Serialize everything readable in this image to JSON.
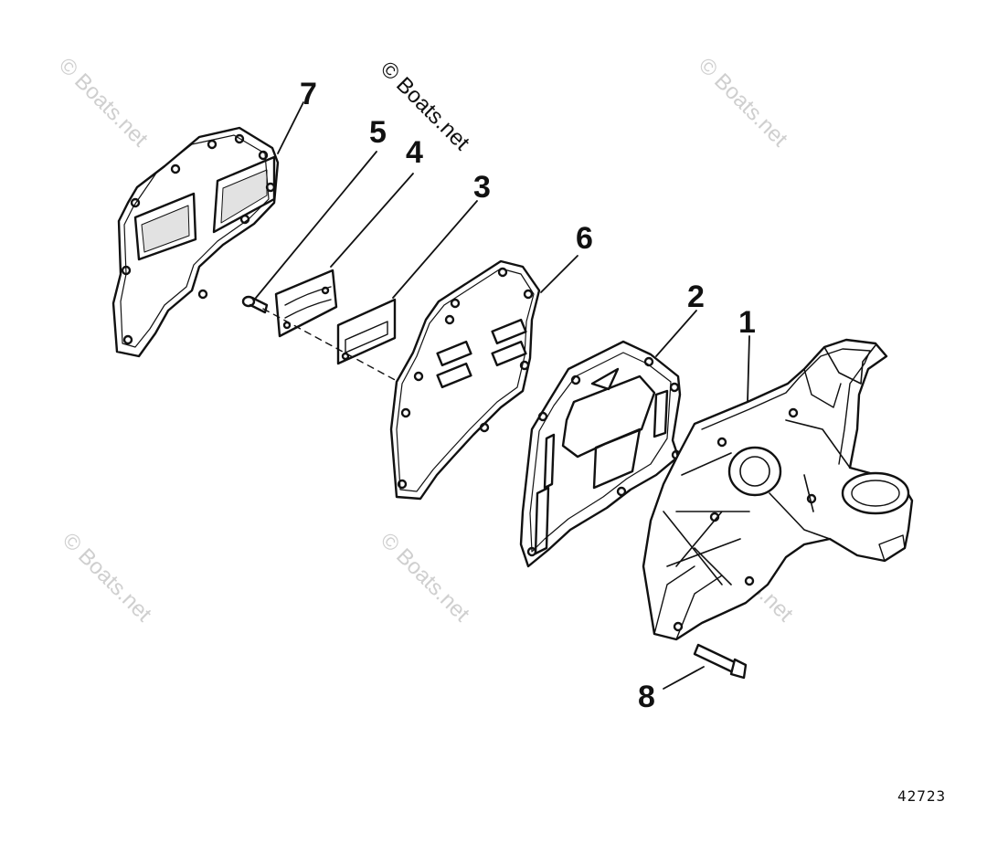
{
  "watermark": "© Boats.net",
  "callouts": {
    "c1": "1",
    "c2": "2",
    "c3": "3",
    "c4": "4",
    "c5": "5",
    "c6": "6",
    "c7": "7",
    "c8": "8"
  },
  "catalog_number": "42723"
}
